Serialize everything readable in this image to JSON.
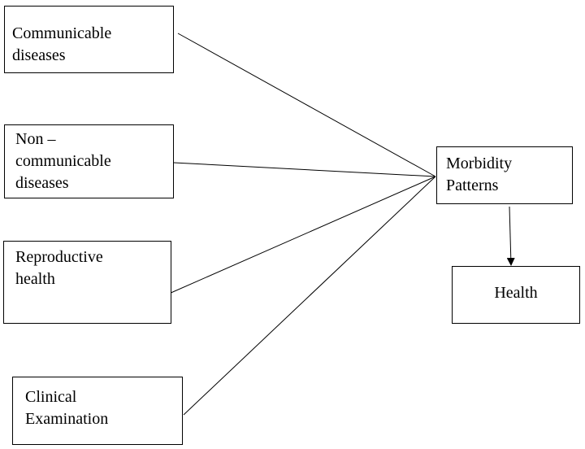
{
  "nodes": {
    "communicable": {
      "lines": [
        "Communicable",
        "diseases"
      ]
    },
    "noncommunicable": {
      "lines": [
        "Non –",
        "communicable",
        "diseases"
      ]
    },
    "reproductive": {
      "lines": [
        "Reproductive",
        "health"
      ]
    },
    "clinical": {
      "lines": [
        "Clinical",
        "Examination"
      ]
    },
    "morbidity": {
      "lines": [
        "Morbidity",
        "Patterns"
      ]
    },
    "health": {
      "lines": [
        "Health"
      ]
    }
  },
  "edges": [
    {
      "from": "communicable",
      "to": "morbidity",
      "arrow": false
    },
    {
      "from": "noncommunicable",
      "to": "morbidity",
      "arrow": false
    },
    {
      "from": "reproductive",
      "to": "morbidity",
      "arrow": false
    },
    {
      "from": "clinical",
      "to": "morbidity",
      "arrow": false
    },
    {
      "from": "morbidity",
      "to": "health",
      "arrow": true
    }
  ],
  "colors": {
    "stroke": "#000000",
    "background": "#ffffff"
  }
}
